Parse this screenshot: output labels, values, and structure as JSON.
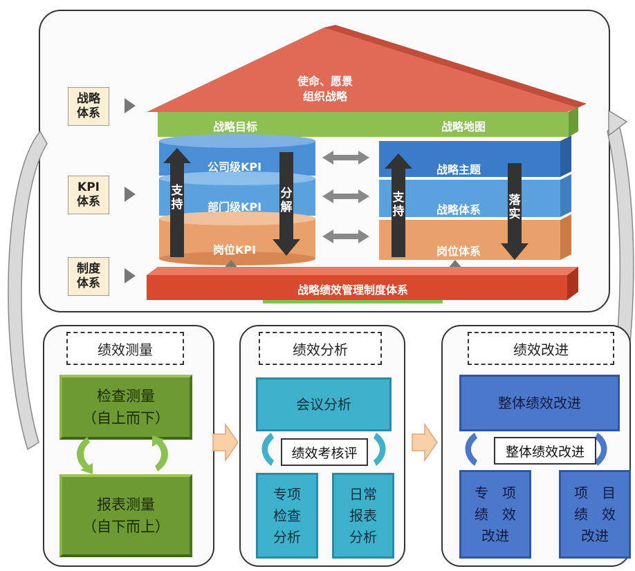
{
  "top_panel": {
    "side_labels": [
      "战略\n体系",
      "KPI\n体系",
      "制度\n体系"
    ],
    "roof_lines": [
      "使命、愿景",
      "组织战略"
    ],
    "green_band": {
      "left": "战略目标",
      "right": "战略地图"
    },
    "left_column": {
      "layers": [
        "公司级KPI",
        "部门级KPI",
        "岗位KPI"
      ],
      "up_arrow": "支持",
      "down_arrow": "分解"
    },
    "right_column": {
      "layers": [
        "战略主题",
        "战略体系",
        "岗位体系"
      ],
      "up_arrow": "支持",
      "down_arrow": "落实"
    },
    "base": "战略绩效管理制度体系"
  },
  "panels": [
    {
      "title": "绩效测量",
      "box1": [
        "检查测量",
        "（自上而下）"
      ],
      "box2": [
        "报表测量",
        "（自下而上）"
      ]
    },
    {
      "title": "绩效分析",
      "top_box": "会议分析",
      "mid_label": "绩效考核评",
      "left_box": [
        "专项",
        "检查",
        "分析"
      ],
      "right_box": [
        "日常",
        "报表",
        "分析"
      ]
    },
    {
      "title": "绩效改进",
      "top_box": "整体绩效改进",
      "mid_label": "整体绩效改进",
      "left_box": [
        "专　项",
        "绩　效",
        "改进"
      ],
      "right_box": [
        "项　目",
        "绩　效",
        "改进"
      ]
    }
  ],
  "colors": {
    "roof": "#e06a55",
    "green_band": "#8cc152",
    "blue_layer": "#4a8fd6",
    "orange_layer": "#e9a06a",
    "base": "#d9492e"
  }
}
